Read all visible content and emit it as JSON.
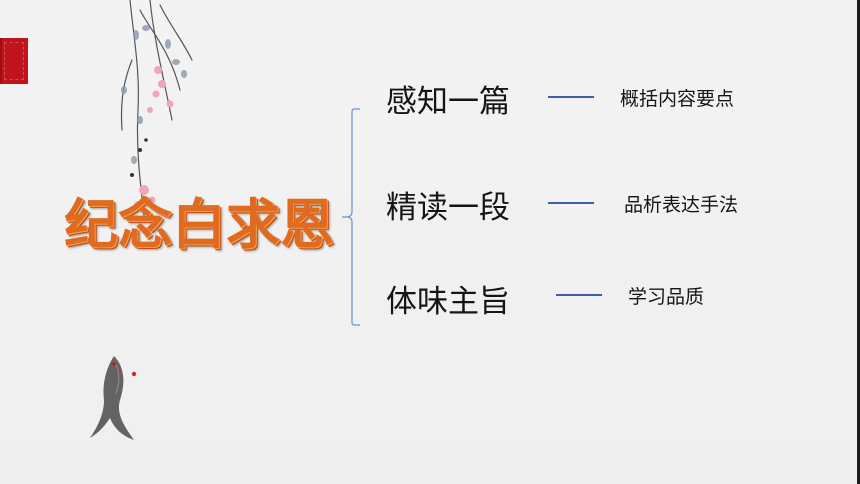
{
  "slide": {
    "title": "纪念白求恩",
    "rows": [
      {
        "label": "感知一篇",
        "desc": "概括内容要点"
      },
      {
        "label": "精读一段",
        "desc": "品析表达手法"
      },
      {
        "label": "体味主旨",
        "desc": "学习品质"
      }
    ]
  },
  "colors": {
    "title": "#e06a1f",
    "accent_red": "#c0141c",
    "connector": "#3d5ea8",
    "bracket": "#6f8fcf"
  }
}
